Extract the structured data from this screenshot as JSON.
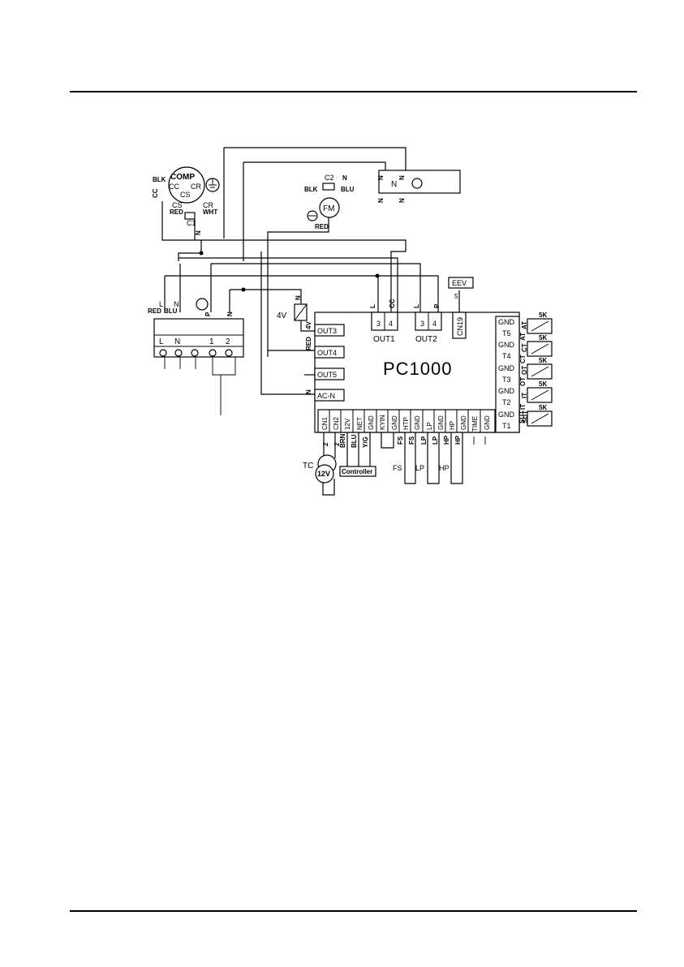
{
  "compressor": {
    "name": "COMP",
    "cc": "CC",
    "cr": "CR",
    "cs": "CS",
    "blk": "BLK",
    "cc_side": "CC",
    "cs2": "CS",
    "red": "RED",
    "cr2": "CR",
    "wht": "WHT",
    "c1": "C1",
    "n": "N"
  },
  "fan": {
    "name": "FM",
    "c2": "C2",
    "n": "N",
    "blk": "BLK",
    "blu": "BLU",
    "red": "RED"
  },
  "top_terminal": {
    "n_labels": [
      "N",
      "N",
      "N",
      "N"
    ],
    "n_big": "N"
  },
  "terminal_block": {
    "l_wire": "L",
    "l_color": "RED",
    "n_wire": "N",
    "n_color": "BLU",
    "p": "P",
    "n": "N",
    "labels": [
      "L",
      "N",
      "1",
      "2"
    ]
  },
  "four_way": {
    "label": "4V",
    "n": "N",
    "wire": "4V",
    "red": "RED"
  },
  "eev": {
    "label": "EEV",
    "count": "5"
  },
  "board": {
    "name": "PC1000",
    "out1": {
      "label": "OUT1",
      "pins": [
        "3",
        "4"
      ],
      "wires": [
        "L",
        "CC"
      ]
    },
    "out2": {
      "label": "OUT2",
      "pins": [
        "3",
        "4"
      ],
      "wires": [
        "L",
        "P"
      ]
    },
    "cn19": "CN19",
    "left_ports": [
      "OUT3",
      "OUT4",
      "OUT5",
      "AC-N"
    ],
    "left_wires": [
      "4V",
      "RED",
      "",
      "N"
    ],
    "bottom_ports": [
      "CN1",
      "CN2",
      "12V",
      "NET",
      "GND",
      "KYIN",
      "GND",
      "HTP",
      "GND",
      "LP",
      "GND",
      "HP",
      "GND",
      "TIME",
      "GND"
    ],
    "bottom_wires": [
      "2",
      "2",
      "BRN",
      "BLU",
      "Y/G",
      "",
      "",
      "FS",
      "FS",
      "LP",
      "LP",
      "HP",
      "HP",
      "",
      ""
    ],
    "right_ports": [
      "GND",
      "T5",
      "GND",
      "T4",
      "GND",
      "T3",
      "GND",
      "T2",
      "GND",
      "T1"
    ]
  },
  "sensors": [
    {
      "name": "AT",
      "value": "5K"
    },
    {
      "name": "CT",
      "value": "5K"
    },
    {
      "name": "OT",
      "value": "5K"
    },
    {
      "name": "IT",
      "value": "5K"
    },
    {
      "name": "SUT",
      "value": "5K"
    }
  ],
  "bottom_devices": {
    "tc": "TC",
    "tc_voltage": "12V",
    "controller": "Controller",
    "fs": "FS",
    "lp": "LP",
    "hp": "HP"
  }
}
